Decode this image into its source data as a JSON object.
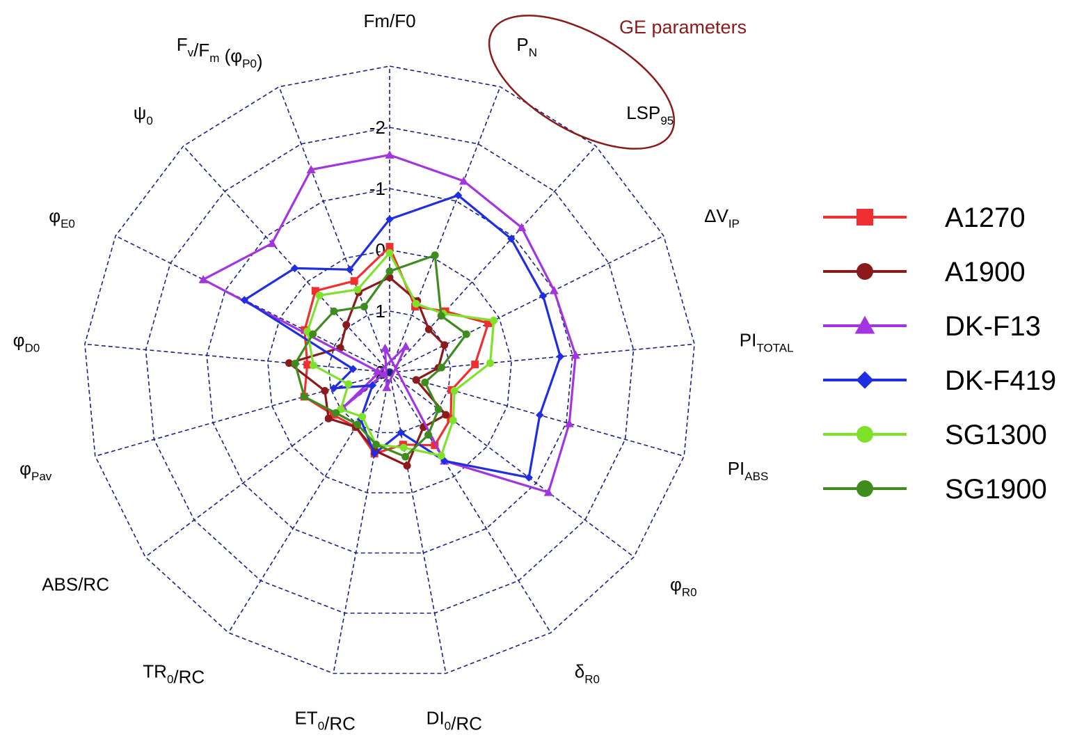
{
  "chart_data": {
    "type": "radar",
    "axes": [
      {
        "label": "Fm/F0"
      },
      {
        "label": "P",
        "sub": "N"
      },
      {
        "label": "LSP",
        "sub": "95"
      },
      {
        "label": "ΔV",
        "sub": "IP"
      },
      {
        "label": "PI",
        "sub": "TOTAL"
      },
      {
        "label": "PI",
        "sub": "ABS"
      },
      {
        "label": "φ",
        "sub": "R0"
      },
      {
        "label": "δ",
        "sub": "R0"
      },
      {
        "label": "DI",
        "sub": "0",
        "post": "/RC"
      },
      {
        "label": "ET",
        "sub": "0",
        "post": "/RC"
      },
      {
        "label": "TR",
        "sub": "0",
        "post": "/RC"
      },
      {
        "label": "ABS/RC"
      },
      {
        "label": "φ",
        "sub": "Pav"
      },
      {
        "label": "φ",
        "sub": "D0"
      },
      {
        "label": "φ",
        "sub": "E0"
      },
      {
        "label": "ψ",
        "sub": "0"
      },
      {
        "label": "F",
        "sub": "v",
        "mid": "/F",
        "sub2": "m",
        "post": " (φ",
        "sub3": "P0",
        "post2": ")"
      }
    ],
    "rlim": [
      -3,
      2
    ],
    "radial_reversed": true,
    "ticks": [
      "-2",
      "-1",
      "0",
      "1",
      "2"
    ],
    "tick_values": [
      -2,
      -1,
      0,
      1,
      2
    ],
    "grid": true,
    "legend_position": "right",
    "annotation": {
      "text": "GE parameters",
      "color": "#8b1a1a"
    },
    "series": [
      {
        "name": "A1270",
        "color": "#f03030",
        "marker": "square",
        "values": [
          -0.05,
          0.85,
          0.65,
          0.2,
          0.6,
          0.95,
          0.75,
          0.6,
          0.8,
          0.65,
          0.95,
          0.85,
          0.55,
          0.65,
          0.45,
          0.2,
          0.4
        ]
      },
      {
        "name": "A1900",
        "color": "#8b1a1a",
        "marker": "circle",
        "values": [
          0.45,
          0.75,
          1.05,
          1.0,
          1.2,
          1.55,
          0.85,
          0.95,
          0.45,
          0.7,
          0.95,
          0.75,
          0.9,
          0.35,
          1.1,
          0.95,
          0.6
        ]
      },
      {
        "name": "DK-F13",
        "color": "#a335e0",
        "marker": "triangle",
        "values": [
          -1.55,
          -1.35,
          -1.2,
          -1.0,
          -1.05,
          -1.05,
          -1.25,
          0.3,
          2.4,
          1.75,
          2.5,
          1.05,
          1.9,
          1.8,
          -1.4,
          -0.85,
          -1.55
        ]
      },
      {
        "name": "DK-F419",
        "color": "#1f2ee0",
        "marker": "diamond",
        "values": [
          -0.5,
          -1.1,
          -0.95,
          -0.8,
          -0.8,
          -0.55,
          -0.85,
          0.3,
          1.0,
          0.65,
          1.1,
          1.65,
          1.05,
          1.4,
          -0.65,
          -0.3,
          0.2
        ]
      },
      {
        "name": "SG1300",
        "color": "#7ee22a",
        "marker": "circle",
        "values": [
          0.05,
          0.8,
          0.7,
          0.1,
          0.35,
          0.9,
          0.7,
          0.4,
          0.75,
          0.8,
          1.15,
          1.0,
          1.3,
          0.75,
          0.5,
          0.3,
          0.55
        ]
      },
      {
        "name": "SG1900",
        "color": "#3e8c1e",
        "marker": "circle",
        "values": [
          0.35,
          -0.05,
          0.75,
          0.6,
          1.15,
          1.4,
          1.0,
          0.8,
          0.6,
          0.8,
          1.0,
          0.9,
          0.55,
          0.45,
          0.6,
          0.65,
          0.85
        ]
      }
    ]
  }
}
